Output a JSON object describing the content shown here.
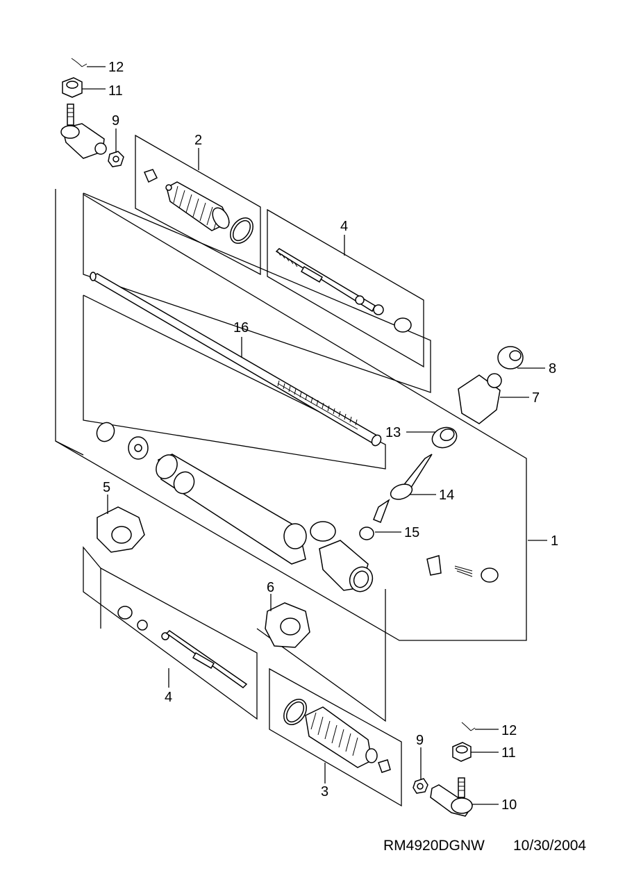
{
  "diagram": {
    "callouts": {
      "c1": "1",
      "c2": "2",
      "c3": "3",
      "c4_top": "4",
      "c4_bottom": "4",
      "c5": "5",
      "c6": "6",
      "c7": "7",
      "c8": "8",
      "c9_top": "9",
      "c9_bottom": "9",
      "c10": "10",
      "c11_top": "11",
      "c11_bottom": "11",
      "c12_top": "12",
      "c12_bottom": "12",
      "c13": "13",
      "c14": "14",
      "c15": "15",
      "c16": "16"
    },
    "footer": {
      "code": "RM4920DGNW",
      "date": "10/30/2004"
    }
  }
}
